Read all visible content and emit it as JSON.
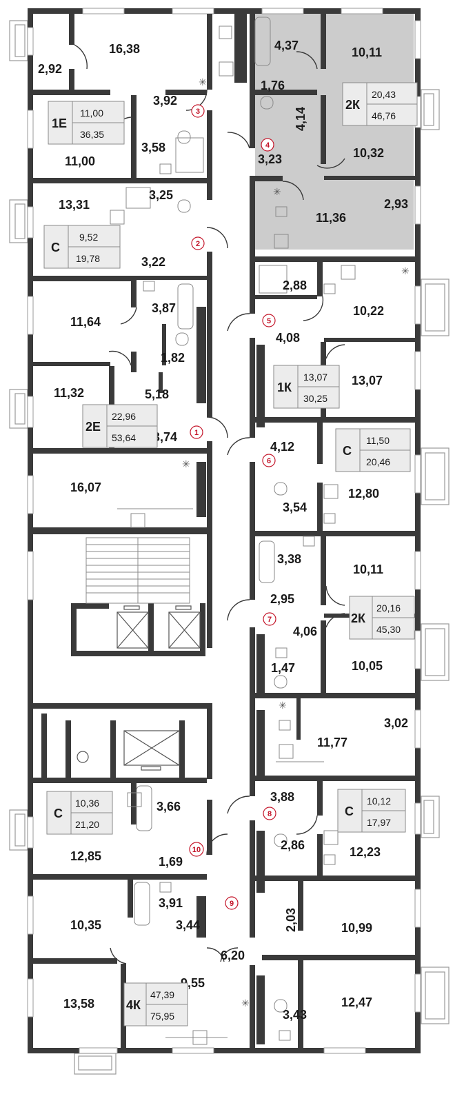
{
  "room_areas": {
    "r01": "16,38",
    "r02": "2,92",
    "r03": "3,92",
    "r04": "11,00",
    "r05": "3,58",
    "r06": "13,31",
    "r07": "3,25",
    "r08": "3,22",
    "r09": "11,64",
    "r10": "3,87",
    "r11": "1,82",
    "r12": "11,32",
    "r13": "5,18",
    "r14": "3,74",
    "r15": "16,07",
    "r16": "12,85",
    "r17": "3,66",
    "r18": "1,69",
    "r19": "10,35",
    "r20": "3,91",
    "r21": "3,44",
    "r22": "6,20",
    "r23": "13,58",
    "r24": "9,55",
    "r25": "4,37",
    "r26": "10,11",
    "r27": "1,76",
    "r28": "4,14",
    "r29": "3,23",
    "r30": "10,32",
    "r31": "11,36",
    "r32": "2,93",
    "r33": "2,88",
    "r34": "10,22",
    "r35": "4,08",
    "r36": "13,07",
    "r37": "4,12",
    "r38": "3,54",
    "r39": "12,80",
    "r40": "3,38",
    "r41": "10,11",
    "r42": "2,95",
    "r43": "4,06",
    "r44": "10,05",
    "r45": "1,47",
    "r46": "11,77",
    "r47": "3,02",
    "r48": "3,88",
    "r49": "2,86",
    "r50": "12,23",
    "r51": "2,03",
    "r52": "10,99",
    "r53": "3,43",
    "r54": "12,47"
  },
  "apartment_tags": {
    "t1": {
      "type": "1Е",
      "living": "11,00",
      "total": "36,35"
    },
    "t2": {
      "type": "С",
      "living": "9,52",
      "total": "19,78"
    },
    "t3": {
      "type": "2Е",
      "living": "22,96",
      "total": "53,64"
    },
    "t4": {
      "type": "2К",
      "living": "20,43",
      "total": "46,76"
    },
    "t5": {
      "type": "1К",
      "living": "13,07",
      "total": "30,25"
    },
    "t6": {
      "type": "С",
      "living": "11,50",
      "total": "20,46"
    },
    "t7": {
      "type": "2К",
      "living": "20,16",
      "total": "45,30"
    },
    "t8": {
      "type": "С",
      "living": "10,36",
      "total": "21,20"
    },
    "t9": {
      "type": "С",
      "living": "10,12",
      "total": "17,97"
    },
    "t10": {
      "type": "4К",
      "living": "47,39",
      "total": "75,95"
    }
  },
  "apartment_numbers": {
    "a1": "1",
    "a2": "2",
    "a3": "3",
    "a4": "4",
    "a5": "5",
    "a6": "6",
    "a7": "7",
    "a8": "8",
    "a9": "9",
    "a10": "10"
  },
  "colors": {
    "wall": "#3a3a3a",
    "highlight_apartment": "#cccccc",
    "apartment_marker": "#c4162a",
    "fixture_line": "#8a8a8a"
  },
  "icons": [
    "ventilation-icon",
    "stove-icon",
    "sink-icon",
    "bathtub-icon",
    "toilet-icon",
    "shower-icon",
    "elevator-icon",
    "stair-icon"
  ]
}
